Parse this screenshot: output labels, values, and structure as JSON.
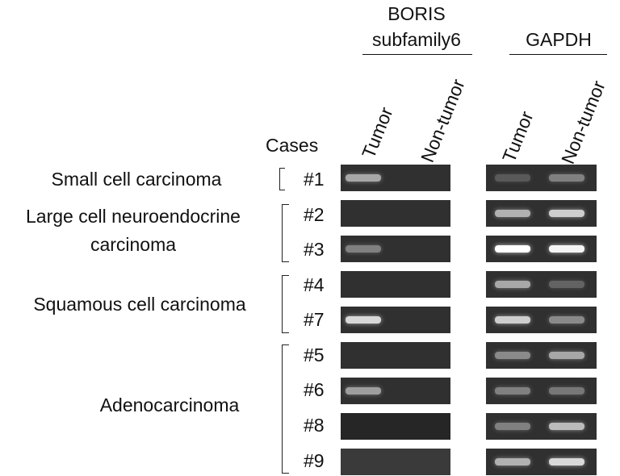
{
  "headers": {
    "boris_line1": "BORIS",
    "boris_line2": "subfamily6",
    "gapdh": "GAPDH",
    "cases": "Cases",
    "lanes": [
      "Tumor",
      "Non-tumor",
      "Tumor",
      "Non-tumor"
    ]
  },
  "groups": [
    {
      "label_lines": [
        "Small cell carcinoma"
      ],
      "cases": [
        "#1"
      ]
    },
    {
      "label_lines": [
        "Large cell neuroendocrine",
        "carcinoma"
      ],
      "cases": [
        "#2",
        "#3"
      ]
    },
    {
      "label_lines": [
        "Squamous cell carcinoma"
      ],
      "cases": [
        "#4",
        "#7"
      ]
    },
    {
      "label_lines": [
        "Adenocarcinoma"
      ],
      "cases": [
        "#5",
        "#6",
        "#8",
        "#9"
      ]
    }
  ],
  "rows": [
    {
      "case": "#1",
      "boris": {
        "tumor": 0.55,
        "nontumor": 0.0
      },
      "gapdh": {
        "tumor": 0.15,
        "nontumor": 0.35
      }
    },
    {
      "case": "#2",
      "boris": {
        "tumor": 0.0,
        "nontumor": 0.0
      },
      "gapdh": {
        "tumor": 0.6,
        "nontumor": 0.75
      }
    },
    {
      "case": "#3",
      "boris": {
        "tumor": 0.35,
        "nontumor": 0.0
      },
      "gapdh": {
        "tumor": 1.0,
        "nontumor": 0.95
      }
    },
    {
      "case": "#4",
      "boris": {
        "tumor": 0.0,
        "nontumor": 0.0
      },
      "gapdh": {
        "tumor": 0.55,
        "nontumor": 0.2
      }
    },
    {
      "case": "#7",
      "boris": {
        "tumor": 0.8,
        "nontumor": 0.0
      },
      "gapdh": {
        "tumor": 0.75,
        "nontumor": 0.4
      }
    },
    {
      "case": "#5",
      "boris": {
        "tumor": 0.0,
        "nontumor": 0.0
      },
      "gapdh": {
        "tumor": 0.4,
        "nontumor": 0.55
      }
    },
    {
      "case": "#6",
      "boris": {
        "tumor": 0.5,
        "nontumor": 0.0
      },
      "gapdh": {
        "tumor": 0.35,
        "nontumor": 0.3
      }
    },
    {
      "case": "#8",
      "boris": {
        "tumor": 0.0,
        "nontumor": 0.0
      },
      "gapdh": {
        "tumor": 0.35,
        "nontumor": 0.65
      }
    },
    {
      "case": "#9",
      "boris": {
        "tumor": 0.0,
        "nontumor": 0.0
      },
      "gapdh": {
        "tumor": 0.6,
        "nontumor": 0.8
      }
    }
  ]
}
